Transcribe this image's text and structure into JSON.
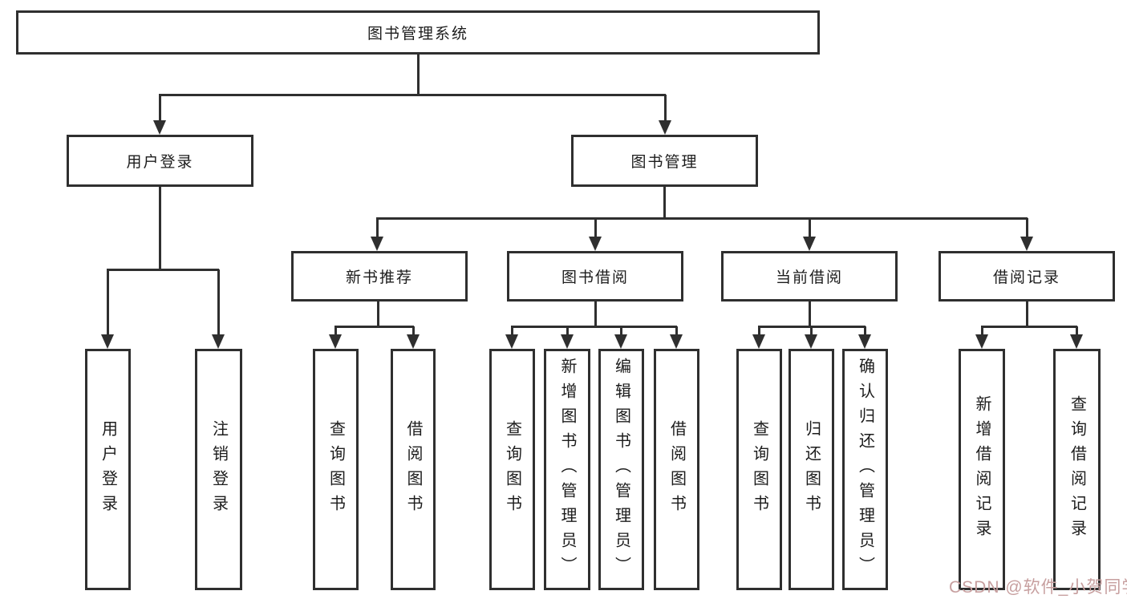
{
  "diagram": {
    "title": "图书管理系统",
    "branches": [
      {
        "label": "用户登录",
        "children": [
          "用户登录",
          "注销登录"
        ]
      },
      {
        "label": "图书管理",
        "children": [
          {
            "label": "新书推荐",
            "children": [
              "查询图书",
              "借阅图书"
            ]
          },
          {
            "label": "图书借阅",
            "children": [
              "查询图书",
              "新增图书（管理员）",
              "编辑图书（管理员）",
              "借阅图书"
            ]
          },
          {
            "label": "当前借阅",
            "children": [
              "查询图书",
              "归还图书",
              "确认归还（管理员）"
            ]
          },
          {
            "label": "借阅记录",
            "children": [
              "新增借阅记录",
              "查询借阅记录"
            ]
          }
        ]
      }
    ]
  },
  "watermark": {
    "text": "CSDN @软件_小贺同学",
    "color": "#c79f9f"
  },
  "colors": {
    "line": "#2f2f2f",
    "box_border": "#2f2f2f",
    "text": "#1c1c1c",
    "background": "#ffffff"
  }
}
